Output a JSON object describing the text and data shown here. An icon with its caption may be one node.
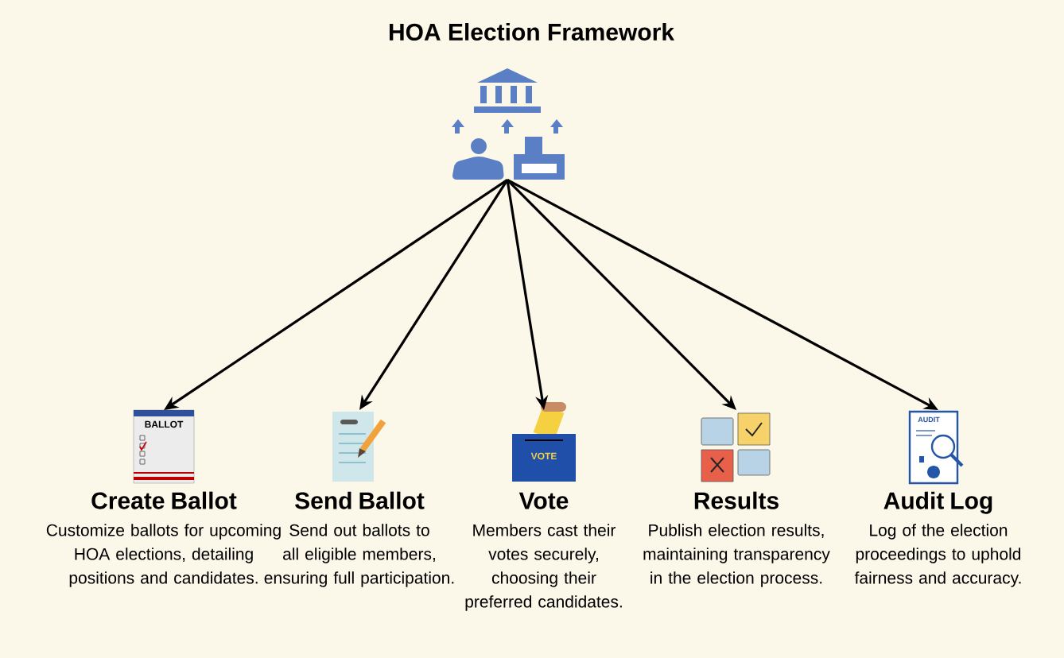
{
  "diagram": {
    "title": "HOA Election Framework",
    "nodes": [
      {
        "text": [],
        "shape": "picture"
      },
      {
        "text": [
          "Create Ballot",
          "Customize ballots for upcoming HOA elections, detailing positions and candidates."
        ]
      },
      {
        "text": [
          "Send Ballot",
          "Send out ballots to all eligible members, ensuring full participation."
        ]
      },
      {
        "text": [
          "Vote",
          "Members cast their votes securely, choosing their preferred candidates."
        ]
      },
      {
        "text": [
          "Results",
          "Publish election results, maintaining transparency in the election process."
        ]
      },
      {
        "text": [
          "Audit Log",
          "Log of the election proceedings to uphold fairness and accuracy."
        ]
      }
    ],
    "edges": [
      {
        "from": 0,
        "to": 1,
        "arrow": "to"
      },
      {
        "from": 0,
        "to": 2,
        "arrow": "to"
      },
      {
        "from": 0,
        "to": 3,
        "arrow": "to"
      },
      {
        "from": 0,
        "to": 4,
        "arrow": "to"
      },
      {
        "from": 0,
        "to": 5,
        "arrow": "to"
      }
    ],
    "labels": [
      "BALLOT",
      "VOTE",
      "AUDIT"
    ]
  }
}
